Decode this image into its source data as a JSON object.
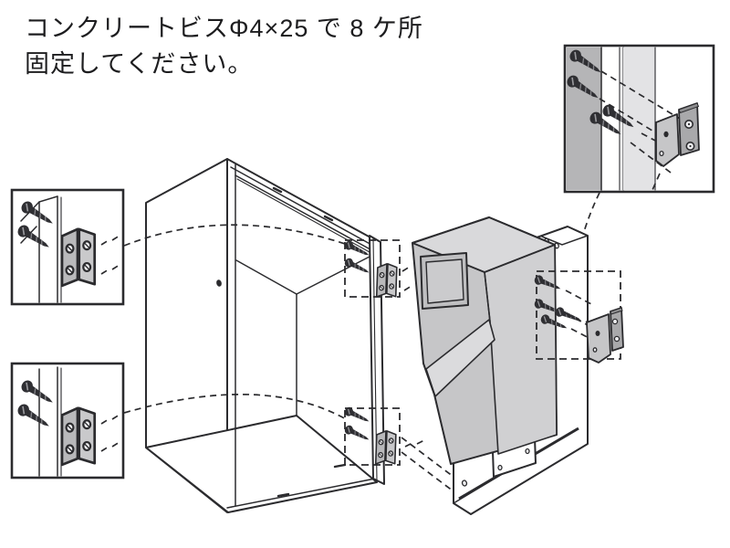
{
  "instruction": {
    "line1": "コンクリートビスΦ4×25 で 8 ケ所",
    "line2": "固定してください。"
  },
  "screw_spec": "Φ4×25",
  "fixing_points": "8",
  "colors": {
    "line": "#2b2b2e",
    "gray_light": "#d9d9db",
    "gray_mid": "#c6c6c8",
    "gray_dark": "#b5b5b7",
    "gray_strip": "#e3e3e5",
    "gray_deep": "#a9a9ab",
    "screw": "#2f2f33",
    "background": "#ffffff"
  },
  "diagram": {
    "type": "installation-exploded-view",
    "parts": [
      "cabinet-box",
      "door-unit-with-chute",
      "door-back-panel",
      "upper-hinge",
      "lower-hinge",
      "magnet-catch",
      "concrete-screws"
    ],
    "insets": [
      "hinge-screw-detail-upper-left",
      "hinge-screw-detail-lower-left",
      "catch-screw-detail-top-right"
    ]
  }
}
